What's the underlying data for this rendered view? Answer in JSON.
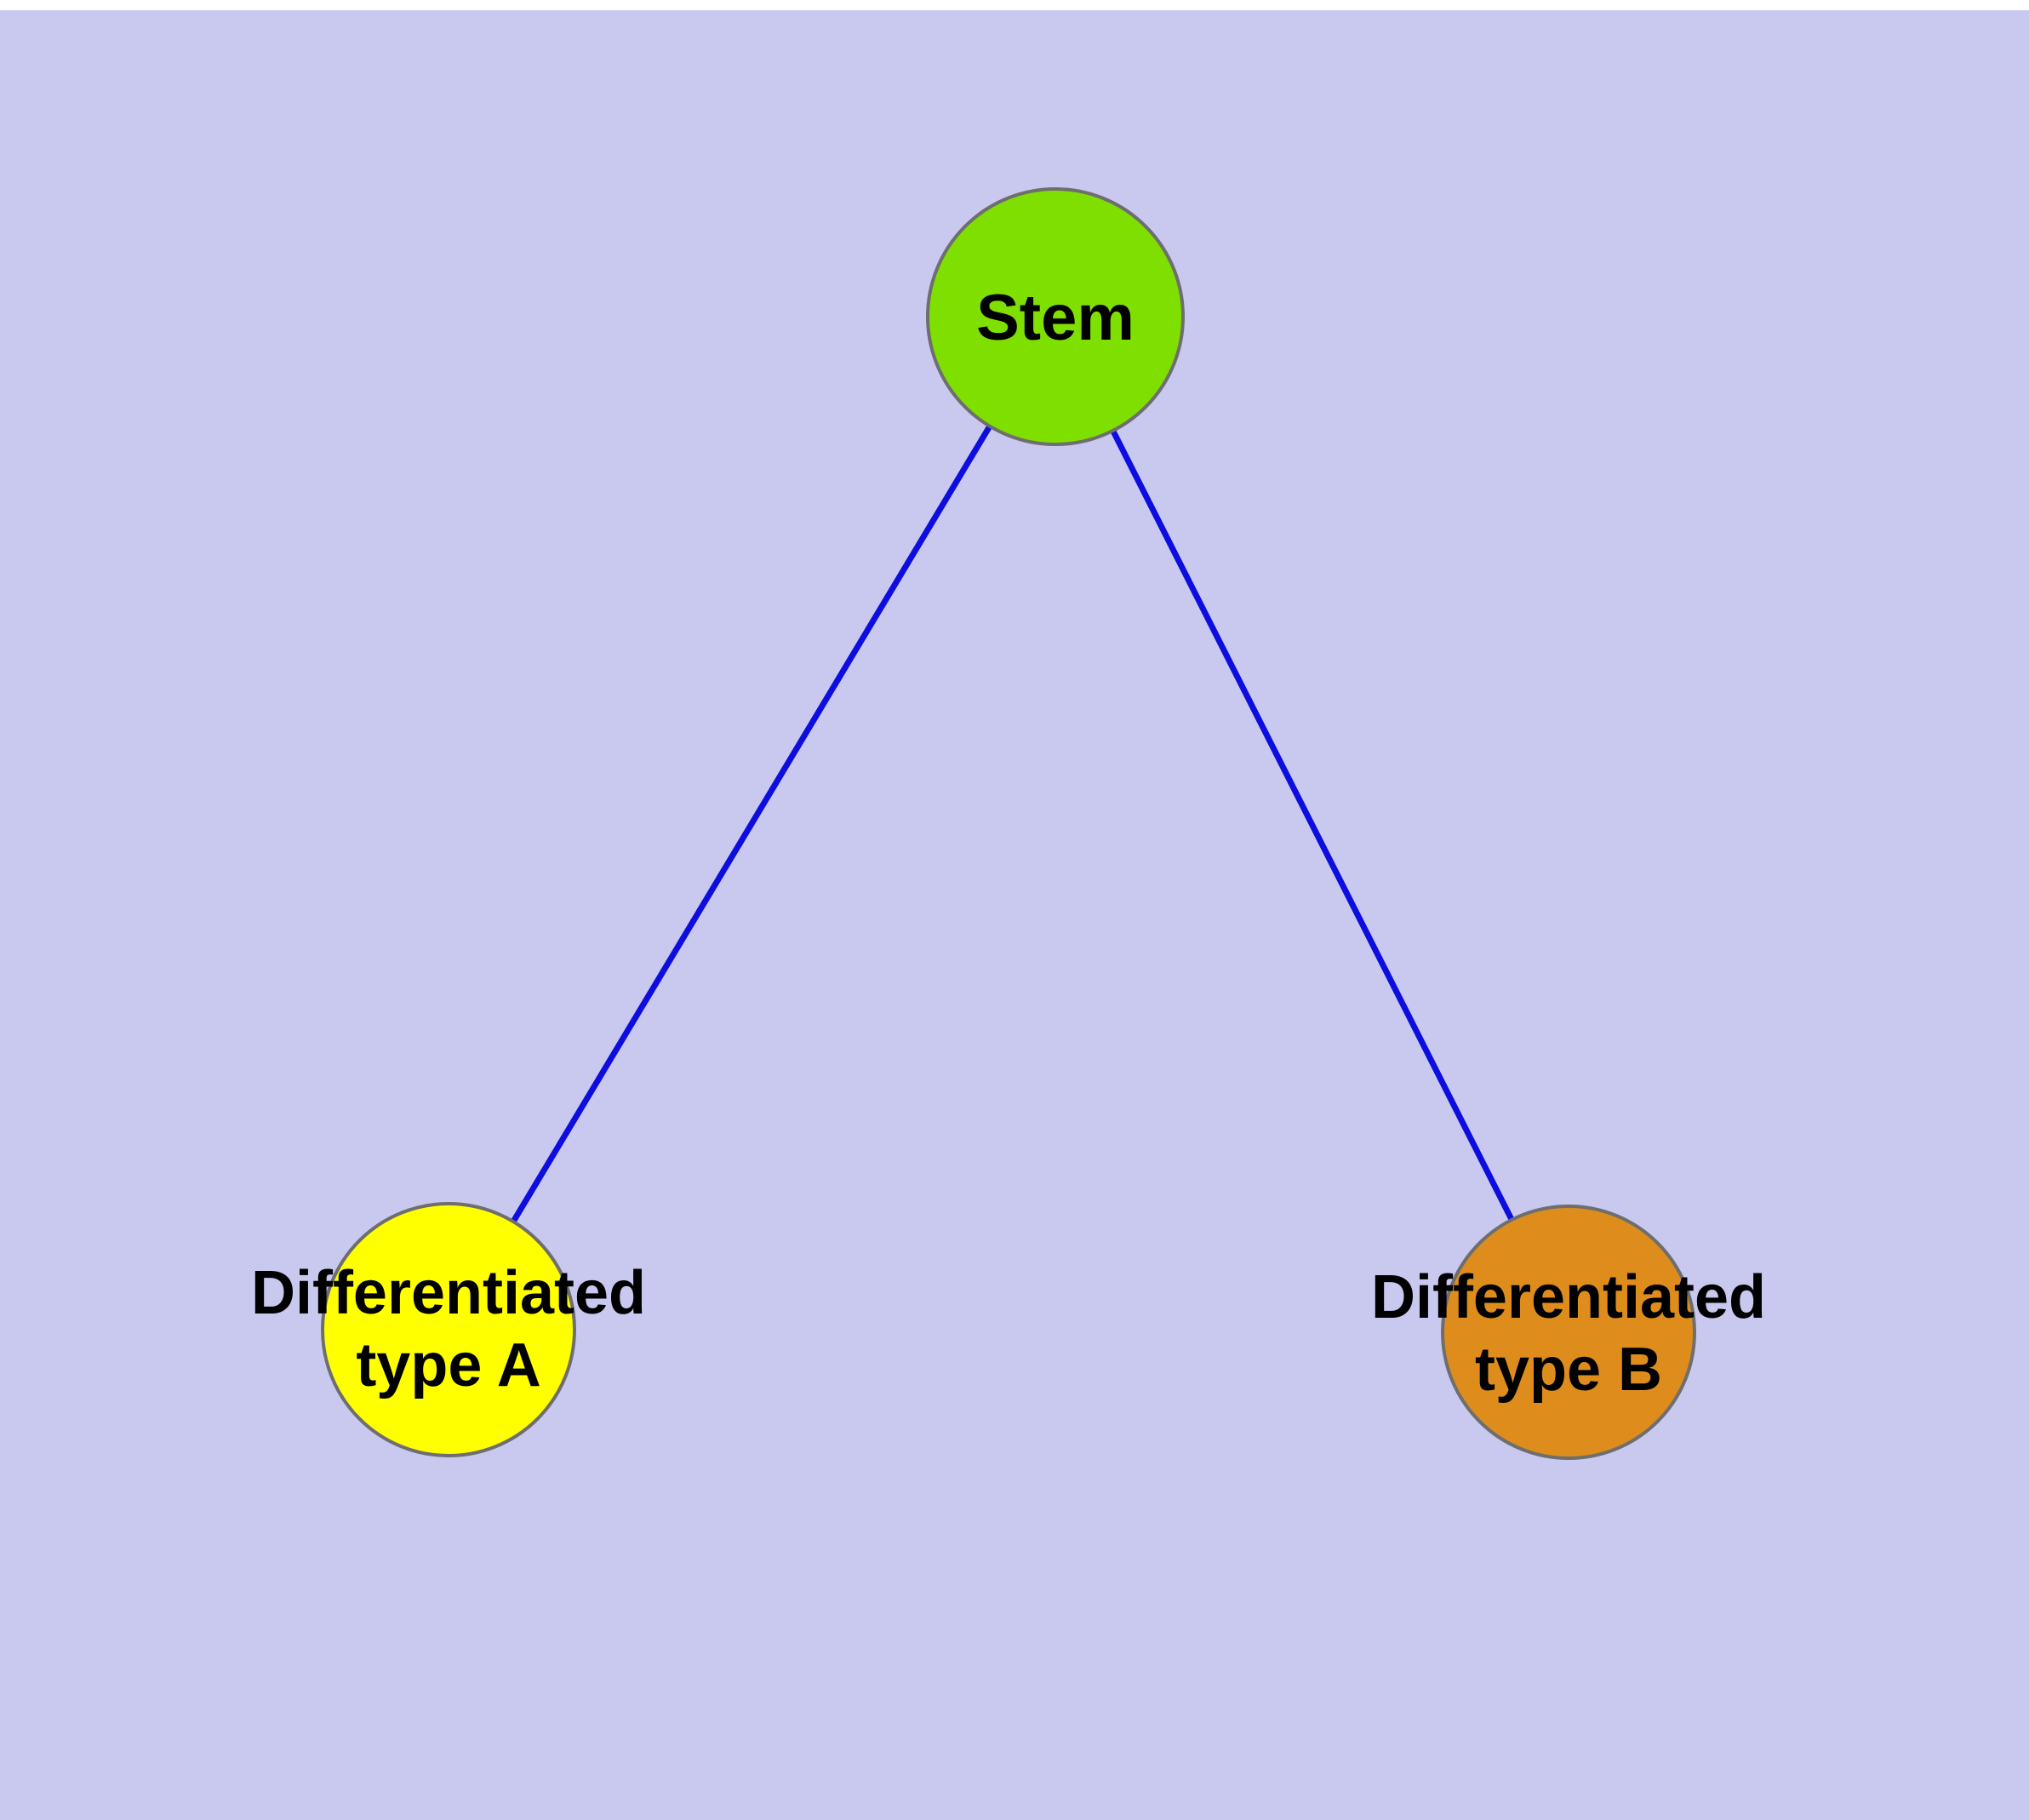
{
  "diagram": {
    "background_color": "#c9c9f0",
    "top_margin_color": "#ffffff",
    "edge_color": "#0d0de0",
    "node_border_color": "#6e6e6e",
    "text_color": "#000000",
    "nodes": {
      "stem": {
        "label": "Stem",
        "fill": "#7fe000"
      },
      "type_a": {
        "label": "Differentiated\ntype A",
        "fill": "#ffff00"
      },
      "type_b": {
        "label": "Differentiated\ntype B",
        "fill": "#de8d1c"
      }
    },
    "edges": [
      {
        "from": "Stem",
        "to": "Differentiated type A"
      },
      {
        "from": "Stem",
        "to": "Differentiated type B"
      }
    ]
  }
}
